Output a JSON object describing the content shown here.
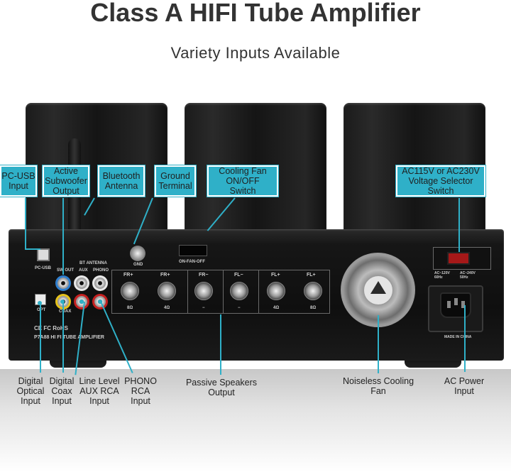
{
  "header": {
    "title": "Class A HIFI Tube Amplifier",
    "subtitle": "Variety Inputs Available"
  },
  "top_callouts": {
    "pc_usb": "PC-USB\nInput",
    "subwoofer": "Active\nSubwoofer\nOutput",
    "bluetooth": "Bluetooth\nAntenna",
    "ground": "Ground\nTerminal",
    "fan_switch": "Cooling Fan\nON/OFF\nSwitch",
    "voltage": "AC115V or AC230V\nVoltage Selector\nSwitch"
  },
  "bottom_labels": {
    "optical": "Digital\nOptical\nInput",
    "coax": "Digital\nCoax\nInput",
    "aux": "Line Level\nAUX RCA\nInput",
    "phono": "PHONO\nRCA\nInput",
    "speakers": "Passive Speakers\nOutput",
    "fan": "Noiseless Cooling\nFan",
    "ac_power": "AC Power\nInput"
  },
  "panel_silkscreen": {
    "pc_usb": "PC-USB",
    "sub_out": "SW OUT",
    "aux": "AUX",
    "phono": "PHONO",
    "bt_antenna": "BT ANTENNA",
    "gnd": "GND",
    "fan_switch": "ON-FAN-OFF",
    "opt": "OPT",
    "coax": "COAX",
    "model": "P7A88 HI FI TUBE AMPLIFIER",
    "certs": "CE FC RoHS",
    "sp_fr_plus_1": "FR+",
    "sp_fr_plus_2": "FR+",
    "sp_fr_minus": "FR−",
    "sp_fl_minus": "FL−",
    "sp_fl_plus_1": "FL+",
    "sp_fl_plus_2": "FL+",
    "ohm_8_a": "8Ω",
    "ohm_4_a": "4Ω",
    "dash_a": "−",
    "dash_b": "−",
    "ohm_4_b": "4Ω",
    "ohm_8_b": "8Ω",
    "voltage_115": "AC~120V\n60Hz",
    "voltage_230": "AC~240V\n50Hz",
    "made_in": "MADE IN CHINA"
  },
  "colors": {
    "callout": "#2fb0c8",
    "text": "#333333",
    "chassis": "#111111"
  }
}
